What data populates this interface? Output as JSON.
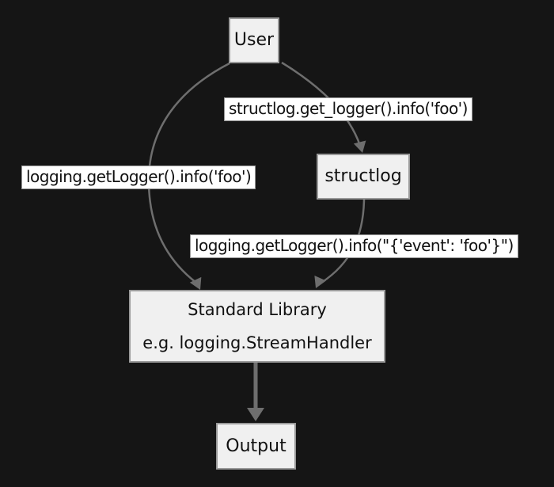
{
  "colors": {
    "bg": "#151515",
    "node_fill": "#f0f0f0",
    "node_border": "#999999",
    "label_fill": "#ffffff",
    "label_border": "#969696",
    "edge": "#6e6e6e",
    "text": "#111111"
  },
  "nodes": {
    "user": "User",
    "structlog": "structlog",
    "standard_library_line1": "Standard Library",
    "standard_library_line2": "e.g. logging.StreamHandler",
    "output": "Output"
  },
  "edge_labels": {
    "user_to_structlog": "structlog.get_logger().info('foo')",
    "user_to_stdlib": "logging.getLogger().info('foo')",
    "structlog_to_stdlib": "logging.getLogger().info(\"{'event': 'foo'}\")"
  }
}
